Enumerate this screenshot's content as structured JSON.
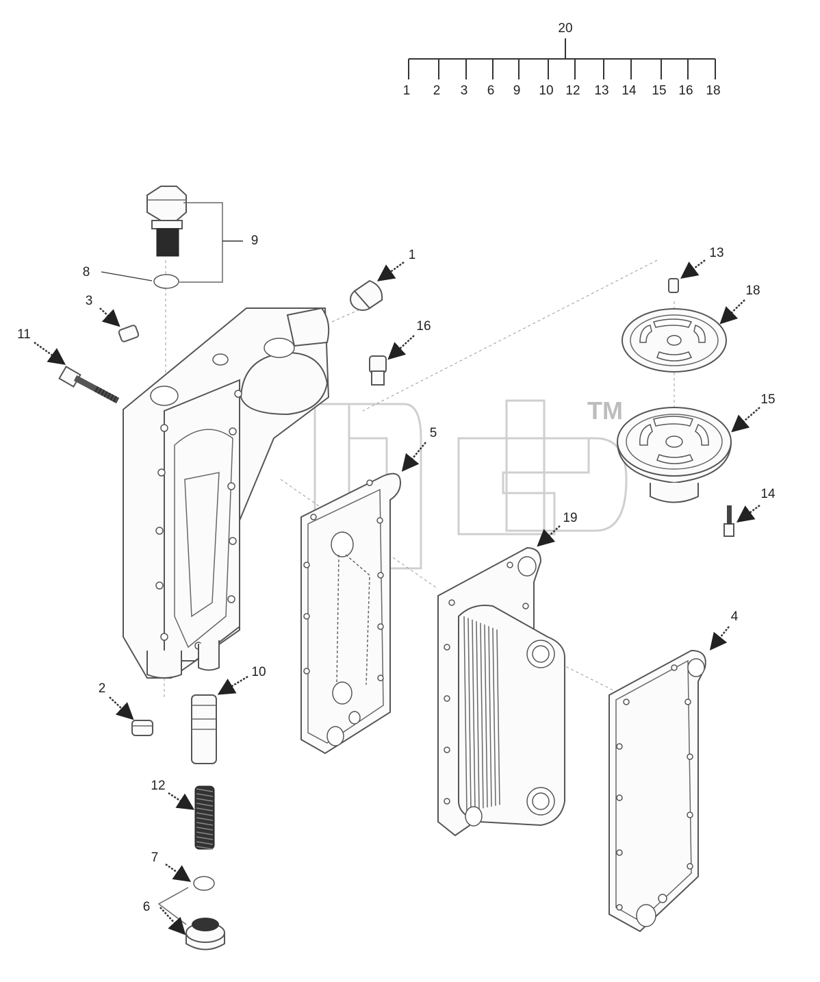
{
  "diagram": {
    "assembly_label": "20",
    "assembly_members": [
      "1",
      "2",
      "3",
      "6",
      "9",
      "10",
      "12",
      "13",
      "14",
      "15",
      "16",
      "18"
    ],
    "callouts": {
      "c1": "1",
      "c2": "2",
      "c3": "3",
      "c4": "4",
      "c5": "5",
      "c6": "6",
      "c7": "7",
      "c8": "8",
      "c9": "9",
      "c10": "10",
      "c11": "11",
      "c12": "12",
      "c13": "13",
      "c14": "14",
      "c15": "15",
      "c16": "16",
      "c18": "18",
      "c19": "19"
    },
    "watermark": "TM"
  }
}
